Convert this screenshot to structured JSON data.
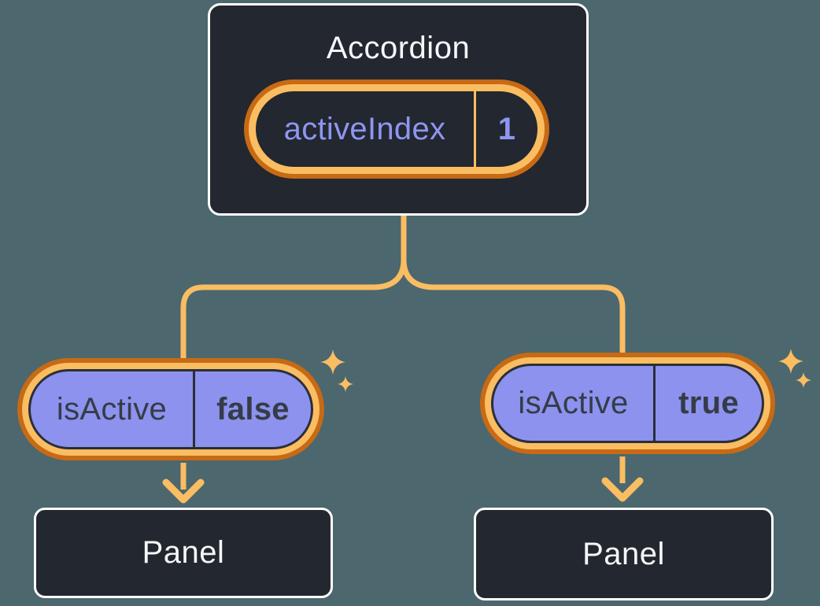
{
  "colors": {
    "bg": "#4C676E",
    "surface": "#23272F",
    "card-border": "#FFFFFF",
    "text-light": "#F6F7F9",
    "orange-dark": "#C76A15",
    "orange-light": "#FABD62",
    "purple-fill": "#8C92EE",
    "purple-text": "#8E96F2",
    "ink": "#363C47",
    "ink-stroke": "#2A2F38"
  },
  "accordion": {
    "title": "Accordion",
    "state": {
      "name": "activeIndex",
      "value": "1"
    }
  },
  "children": [
    {
      "prop": {
        "name": "isActive",
        "value": "false"
      },
      "panel": {
        "label": "Panel"
      }
    },
    {
      "prop": {
        "name": "isActive",
        "value": "true"
      },
      "panel": {
        "label": "Panel"
      }
    }
  ],
  "icons": {
    "sparkle": "four-point-star",
    "arrow": "down-arrow"
  }
}
